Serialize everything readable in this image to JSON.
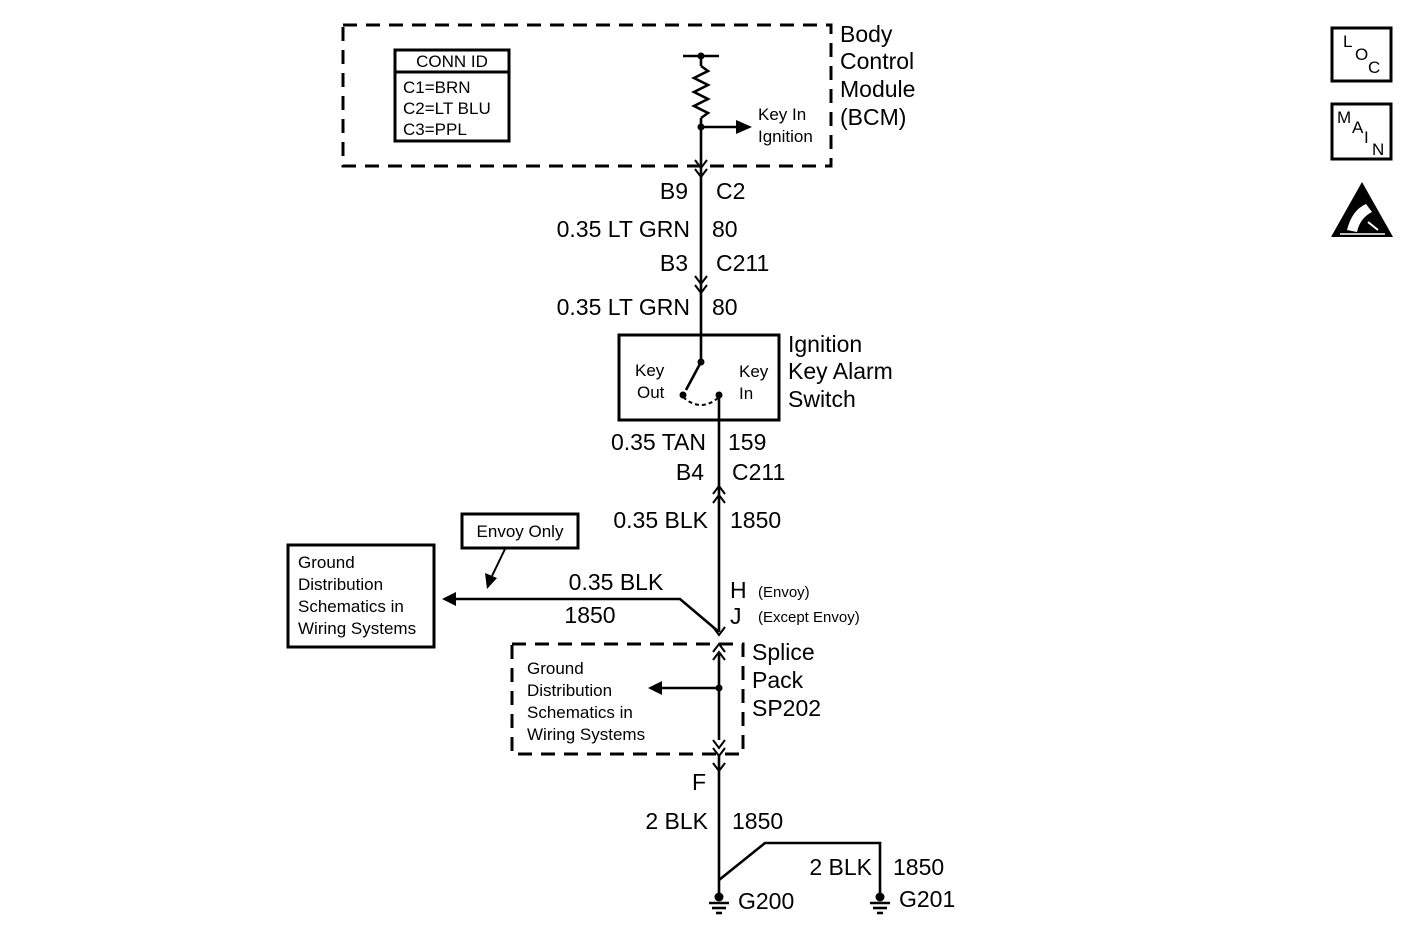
{
  "bcm": {
    "title_lines": [
      "Body",
      "Control",
      "Module",
      "(BCM)"
    ],
    "conn_table": {
      "header": "CONN ID",
      "rows": [
        "C1=BRN",
        "C2=LT BLU",
        "C3=PPL"
      ]
    },
    "output_label_lines": [
      "Key In",
      "Ignition"
    ]
  },
  "conn_bcm": {
    "pin": "B9",
    "connector": "C2"
  },
  "wire_1": {
    "gauge_color": "0.35 LT GRN",
    "circuit": "80"
  },
  "conn_c211_a": {
    "pin": "B3",
    "connector": "C211"
  },
  "wire_2": {
    "gauge_color": "0.35 LT GRN",
    "circuit": "80"
  },
  "switch": {
    "title_lines": [
      "Ignition",
      "Key Alarm",
      "Switch"
    ],
    "key_out_lines": [
      "Key",
      "Out"
    ],
    "key_in_lines": [
      "Key",
      "In"
    ]
  },
  "wire_3": {
    "gauge_color": "0.35 TAN",
    "circuit": "159"
  },
  "conn_c211_b": {
    "pin": "B4",
    "connector": "C211"
  },
  "wire_4": {
    "gauge_color": "0.35 BLK",
    "circuit": "1850"
  },
  "branch": {
    "note": "Envoy Only",
    "gauge_color": "0.35 BLK",
    "circuit": "1850",
    "ref_lines": [
      "Ground",
      "Distribution",
      "Schematics in",
      "Wiring Systems"
    ]
  },
  "splice_pins": {
    "pin_h": "H",
    "pin_h_note": "(Envoy)",
    "pin_j": "J",
    "pin_j_note": "(Except Envoy)"
  },
  "splice": {
    "title_lines": [
      "Splice",
      "Pack",
      "SP202"
    ],
    "ref_lines": [
      "Ground",
      "Distribution",
      "Schematics in",
      "Wiring Systems"
    ]
  },
  "conn_f": {
    "pin": "F"
  },
  "wire_5": {
    "gauge_color": "2 BLK",
    "circuit": "1850"
  },
  "wire_6": {
    "gauge_color": "2 BLK",
    "circuit": "1850"
  },
  "grounds": {
    "g200": "G200",
    "g201": "G201"
  },
  "side_icons": {
    "loc": [
      "L",
      "O",
      "C"
    ],
    "main": [
      "M",
      "A",
      "I",
      "N"
    ],
    "esd": "esd-warning-icon"
  }
}
